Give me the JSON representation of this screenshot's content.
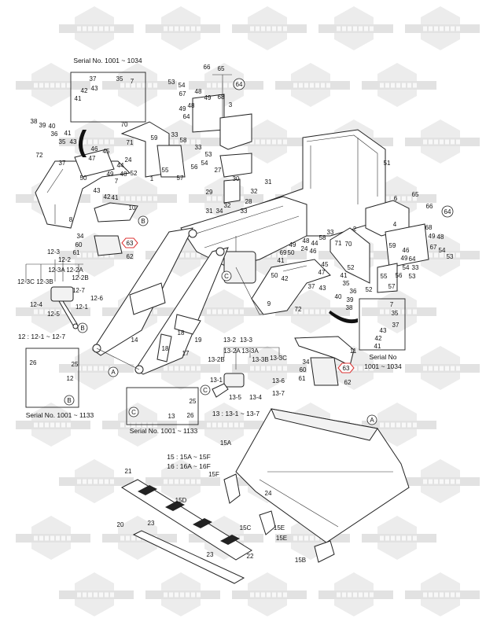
{
  "watermark": "COMPART",
  "captions": {
    "serial_top_left": "Serial No. 1001 ~ 1034",
    "serial_right_1": "Serial No",
    "serial_right_2": "1001 ~ 1034",
    "serial_left_light": "Serial No. 1001 ~ 1133",
    "serial_center_light": "Serial No. 1001 ~ 1133",
    "group_12": "12 : 12-1 ~ 12-7",
    "group_13": "13 : 13-1 ~ 13-7",
    "group_15": "15 : 15A ~ 15F",
    "group_16": "16 : 16A ~ 16F"
  },
  "reference_circles": [
    "A",
    "A",
    "B",
    "B",
    "B",
    "C",
    "C",
    "C",
    "64",
    "64"
  ],
  "highlighted_refs": [
    "63",
    "63"
  ],
  "callouts": [
    "37",
    "35",
    "7",
    "42",
    "43",
    "41",
    "38",
    "39",
    "40",
    "36",
    "41",
    "35",
    "43",
    "72",
    "37",
    "46",
    "45",
    "47",
    "24",
    "44",
    "48",
    "49",
    "50",
    "7",
    "43",
    "42",
    "41",
    "70",
    "71",
    "52",
    "1",
    "55",
    "57",
    "59",
    "33",
    "58",
    "33",
    "53",
    "54",
    "56",
    "27",
    "8",
    "10",
    "66",
    "65",
    "53",
    "54",
    "67",
    "48",
    "49",
    "68",
    "3",
    "49",
    "48",
    "64",
    "30",
    "29",
    "31",
    "34",
    "32",
    "28",
    "31",
    "32",
    "33",
    "51",
    "6",
    "65",
    "66",
    "2",
    "71",
    "70",
    "33",
    "58",
    "4",
    "68",
    "49",
    "48",
    "59",
    "46",
    "49",
    "64",
    "67",
    "54",
    "53",
    "33",
    "54",
    "53",
    "55",
    "56",
    "57",
    "52",
    "52",
    "48",
    "49",
    "24",
    "46",
    "44",
    "50",
    "69",
    "41",
    "45",
    "47",
    "50",
    "42",
    "41",
    "35",
    "36",
    "39",
    "40",
    "38",
    "37",
    "43",
    "9",
    "72",
    "7",
    "35",
    "37",
    "43",
    "42",
    "41",
    "11",
    "34",
    "60",
    "61",
    "62",
    "34",
    "60",
    "61",
    "62",
    "12-3",
    "12-2",
    "12-3A",
    "12-2A",
    "12-2B",
    "12-3C",
    "12-3B",
    "12-7",
    "12-6",
    "12-4",
    "12-5",
    "12-1",
    "26",
    "25",
    "12",
    "14",
    "18",
    "18",
    "17",
    "19",
    "13-2",
    "13-3",
    "13-2A",
    "13-3A",
    "13-2B",
    "13-3B",
    "13-3C",
    "13-1",
    "13-5",
    "13-4",
    "13-6",
    "13-7",
    "25",
    "13",
    "26",
    "15A",
    "21",
    "15F",
    "15D",
    "24",
    "15C",
    "15E",
    "15E",
    "20",
    "23",
    "23",
    "22",
    "15B"
  ]
}
